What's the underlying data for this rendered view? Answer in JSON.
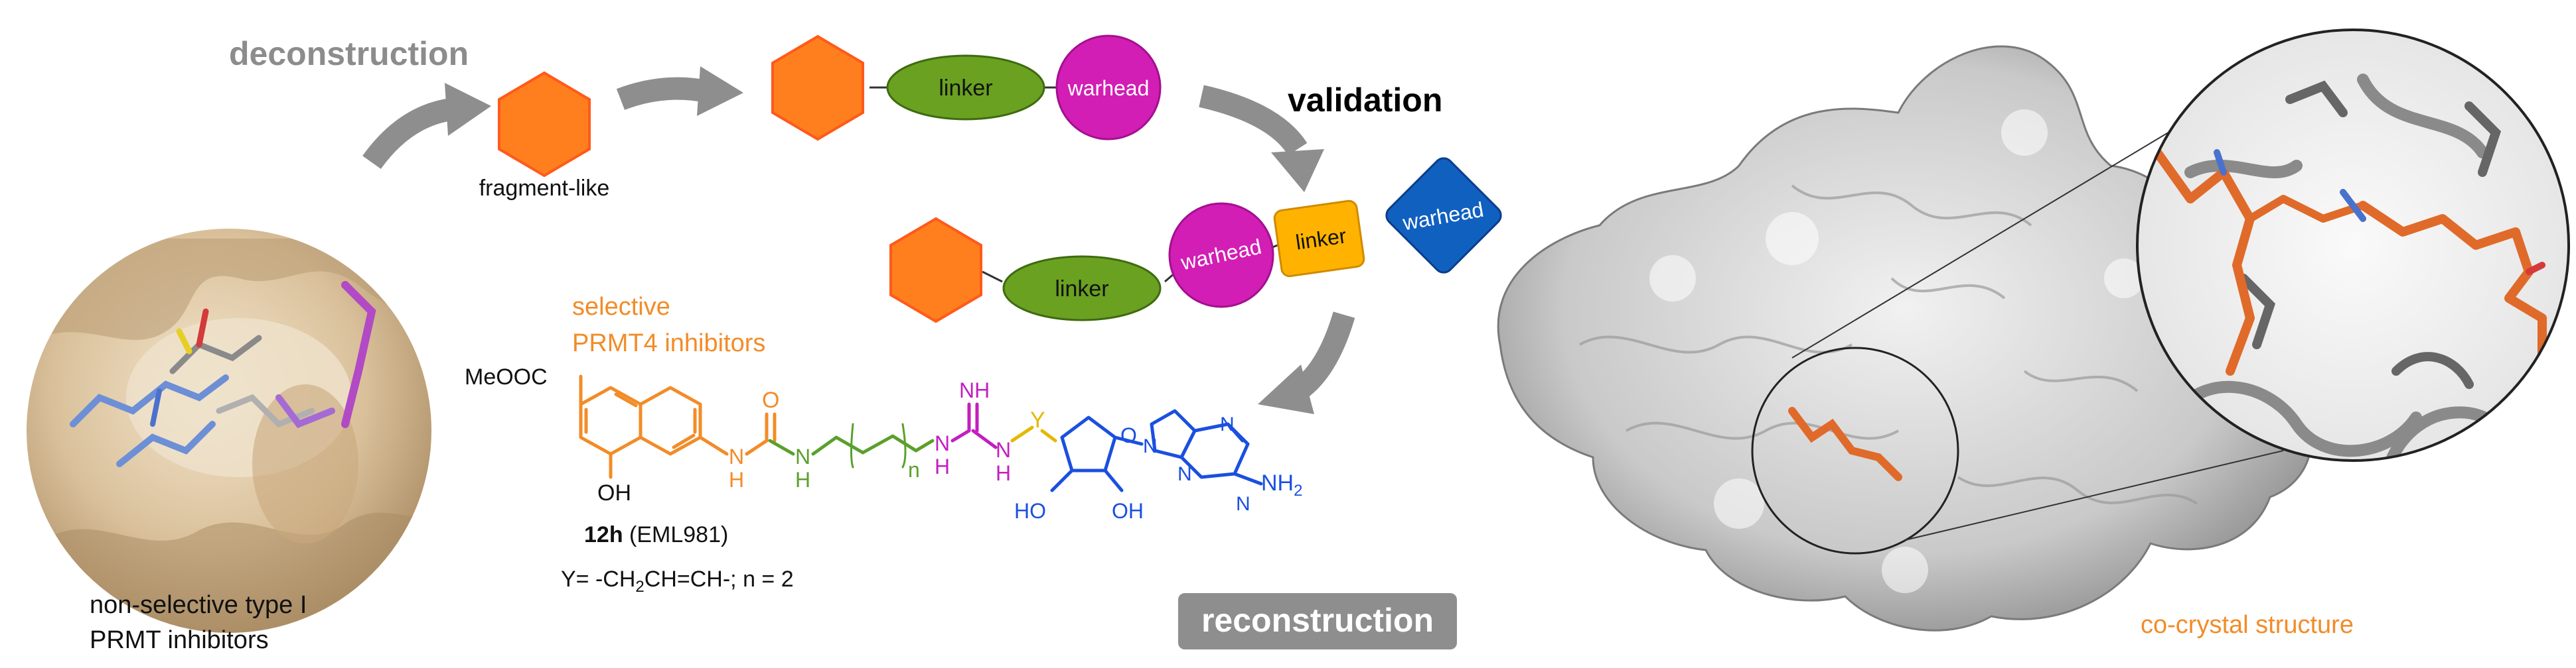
{
  "labels": {
    "deconstruction": "deconstruction",
    "validation": "validation",
    "reconstruction": "reconstruction",
    "fragment_like": "fragment-like",
    "selective": "selective",
    "prmt4_inhibitors": "PRMT4 inhibitors",
    "nonselective_line1": "non-selective type I",
    "nonselective_line2": "PRMT inhibitors",
    "co_crystal": "co-crystal structure"
  },
  "blocks": {
    "linker": "linker",
    "warhead": "warhead"
  },
  "molecule": {
    "ester": "MeOOC",
    "oh": "OH",
    "carbonyl_o": "O",
    "amide_n1": "N",
    "amide_h1": "H",
    "urea_n2": "N",
    "urea_h2": "H",
    "n_subscript": "n",
    "guan_n1": "N",
    "guan_h1": "H",
    "guan_nh": "NH",
    "guan_n2": "N",
    "guan_h2": "H",
    "y_label": "Y",
    "ring_o": "O",
    "ho": "HO",
    "oh2": "OH",
    "nh2": "NH",
    "nh2_sub": "2",
    "purine_n": "N",
    "compound_bold": "12h",
    "compound_rest": " (EML981)",
    "y_def_a": "Y= -CH",
    "y_def_sub1": "2",
    "y_def_b": "CH=CH-; n = 2"
  },
  "colors": {
    "fragment": "#FF7F1F",
    "linker": "#6AA121",
    "warhead": "#D21EB4",
    "linker_orange": "#FFB300",
    "warhead_blue": "#1060C0",
    "arrow_gray": "#8E8E8E",
    "selective_text": "#F28C28",
    "cocrystal_text": "#F28C28",
    "adenosine_blue": "#1A4FE0",
    "guan_purple": "#C21FC0",
    "urea_green": "#5AA02C",
    "y_yellow": "#E5B800"
  }
}
